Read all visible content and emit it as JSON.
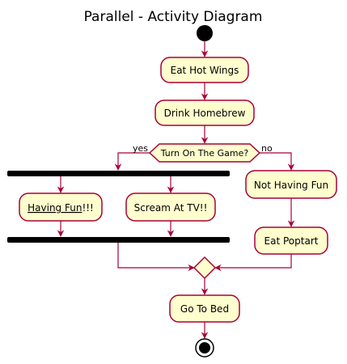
{
  "diagram": {
    "title": "Parallel - Activity Diagram",
    "nodes": {
      "eat_hot_wings": "Eat Hot Wings",
      "drink_homebrew": "Drink Homebrew",
      "decision": "Turn On The Game?",
      "having_fun_link": "Having Fun",
      "having_fun_suffix": "!!!",
      "scream_at_tv": "Scream At TV!!",
      "not_having_fun": "Not Having Fun",
      "eat_poptart": "Eat Poptart",
      "go_to_bed": "Go To Bed"
    },
    "edges": {
      "yes": "yes",
      "no": "no"
    },
    "colors": {
      "activity_fill": "#FEFECE",
      "activity_border": "#A80036",
      "arrow": "#A80036",
      "bar": "#000000"
    }
  }
}
